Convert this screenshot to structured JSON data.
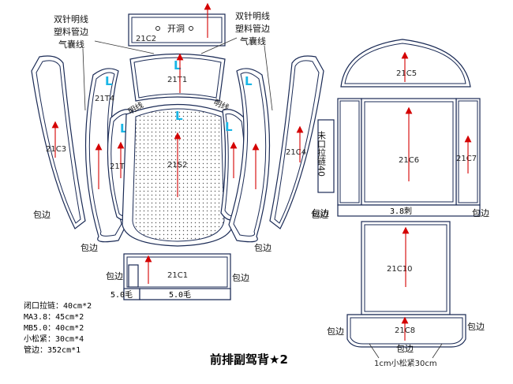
{
  "title": "前排副驾背★2",
  "callouts": {
    "top_left": [
      "双针明线",
      "塑料管边",
      "气囊线"
    ],
    "top_right": [
      "双针明线",
      "塑料管边",
      "气囊线"
    ]
  },
  "pieces": {
    "c2": {
      "code": "21C2",
      "note": "开洞"
    },
    "t1": {
      "code": "21T1",
      "mark": "L"
    },
    "t4": {
      "code": "21T4",
      "mark": "L"
    },
    "t4_right": {
      "mark": "L"
    },
    "c3": {
      "code": "21C3"
    },
    "c4": {
      "code": "21C4"
    },
    "t3": {
      "code": "21T3",
      "mark": "L"
    },
    "t3_right": {
      "mark": "L"
    },
    "s2": {
      "code": "21S2",
      "mark": "L"
    },
    "c1": {
      "code": "21C1",
      "strip_left": "5.0毛",
      "strip_right": "5.0毛"
    },
    "c5": {
      "code": "21C5"
    },
    "c6": {
      "code": "21C6",
      "strip": "3.8刺"
    },
    "c7": {
      "code": "21C7"
    },
    "c10": {
      "code": "21C10"
    },
    "c8": {
      "code": "21C8"
    }
  },
  "edge_labels": {
    "baobian": "包边",
    "mingxian": "明线"
  },
  "zipper_vertical": "未口拉链40",
  "materials": [
    "闭口拉链：40cm*2",
    "MA3.8：45cm*2",
    "MB5.0：40cm*2",
    "小松紧：30cm*4",
    "管边：352cm*1"
  ],
  "bottom_note": "1cm小松紧30cm"
}
